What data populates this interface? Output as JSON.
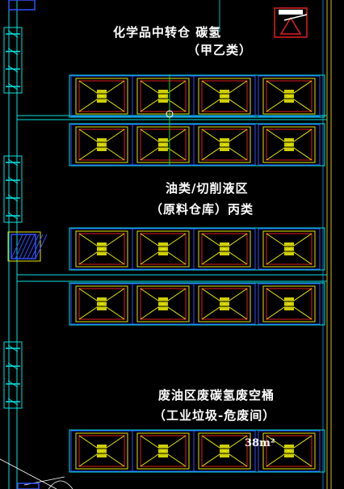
{
  "zones": [
    {
      "id": "zone-chemical",
      "title_line1": "化学品中转仓   碳氢",
      "title_line2": "（甲乙类）"
    },
    {
      "id": "zone-oil",
      "title_line1": "油类/切削液区",
      "title_line2": "（原料仓库）丙类"
    },
    {
      "id": "zone-waste",
      "title_line1": "废油区废碳氢废空桶",
      "title_line2": "（工业垃圾-危废间）"
    }
  ],
  "area_label": "38m²",
  "colors": {
    "background": "#000000",
    "wall_cyan": "#00e5e5",
    "pallet_yellow": "#e6e600",
    "pallet_red": "#e02020",
    "pallet_blue": "#3050ff",
    "pipe_green": "#20d020",
    "wall_right": "#d8c000",
    "door_white": "#ffffff"
  },
  "rack_rows": [
    {
      "name": "chem-row-1",
      "cells": 4
    },
    {
      "name": "chem-row-2",
      "cells": 4
    },
    {
      "name": "oil-row-1",
      "cells": 4
    },
    {
      "name": "oil-row-2",
      "cells": 4
    },
    {
      "name": "waste-row-1",
      "cells": 4
    }
  ]
}
